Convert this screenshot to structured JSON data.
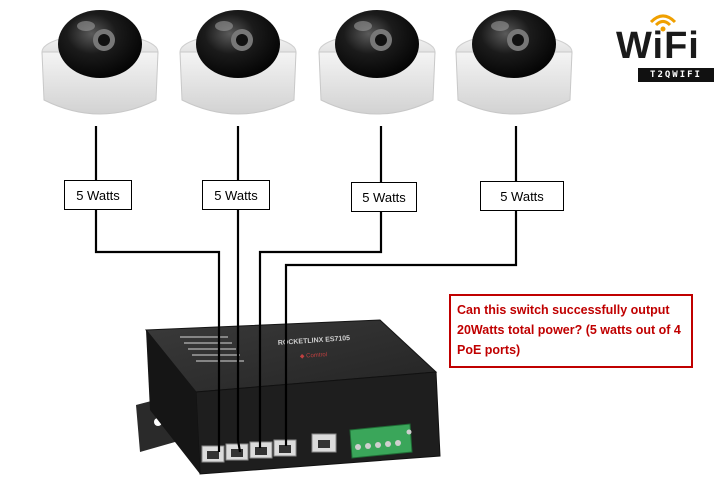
{
  "cameras": [
    {
      "id": "camera-1"
    },
    {
      "id": "camera-2"
    },
    {
      "id": "camera-3"
    },
    {
      "id": "camera-4"
    }
  ],
  "power_labels": [
    "5 Watts",
    "5 Watts",
    "5 Watts",
    "5 Watts"
  ],
  "question": "Can this switch successfully output 20Watts total power? (5 watts out of 4 PoE ports)",
  "logo": {
    "word": "WiFi",
    "sub": "T2QWIFI"
  },
  "switch": {
    "brand": "ROCKETLINX",
    "model": "ES7105",
    "maker": "Comtrol"
  },
  "colors": {
    "question_red": "#c00000",
    "logo_orange": "#f0a000",
    "switch_body": "#2b2b2b"
  }
}
